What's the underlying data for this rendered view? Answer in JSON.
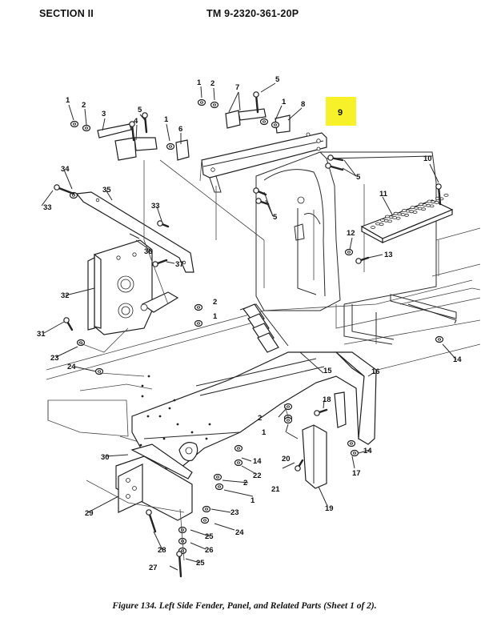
{
  "header": {
    "section": "SECTION II",
    "manual": "TM 9-2320-361-20P"
  },
  "highlight": {
    "label": "9",
    "color": "#f7f12a"
  },
  "callouts": [
    "1",
    "2",
    "3",
    "4",
    "5",
    "6",
    "7",
    "8",
    "10",
    "11",
    "12",
    "13",
    "14",
    "15",
    "16",
    "17",
    "18",
    "19",
    "20",
    "21",
    "22",
    "23",
    "24",
    "25",
    "26",
    "27",
    "28",
    "29",
    "30",
    "31",
    "32",
    "33",
    "34",
    "35",
    "36",
    "37"
  ],
  "caption": "Figure 134. Left Side Fender, Panel, and Related Parts (Sheet 1 of 2)."
}
